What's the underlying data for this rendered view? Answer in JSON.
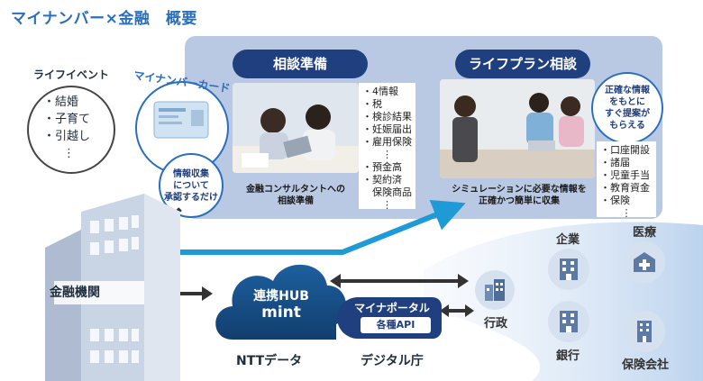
{
  "title": "マイナンバー×金融　概要",
  "life_events": {
    "heading": "ライフイベント",
    "items": [
      "結婚",
      "子育て",
      "引越し",
      "⋮"
    ]
  },
  "mynumber_card": {
    "label": "マイナンバーカード"
  },
  "consent_bubble": {
    "lines": [
      "情報収集",
      "について",
      "承認するだけ"
    ]
  },
  "consult_prep": {
    "header": "相談準備",
    "list1": [
      "・4情報",
      "・税",
      "・検診結果",
      "・妊娠届出",
      "・雇用保険",
      "⋮"
    ],
    "list2": [
      "・預金高",
      "・契約済",
      "　保険商品",
      "⋮"
    ],
    "caption": [
      "金融コンサルタントへの",
      "相談準備"
    ]
  },
  "lifeplan": {
    "header": "ライフプラン相談",
    "bubble": [
      "正確な情報",
      "をもとに",
      "すぐ提案が",
      "もらえる"
    ],
    "list": [
      "・口座開設",
      "・諸届",
      "・児童手当",
      "・教育資金",
      "・保険",
      "⋮"
    ],
    "caption": [
      "シミュレーションに必要な情報を",
      "正確かつ簡単に収集"
    ]
  },
  "left_entity": {
    "label": "金融機関"
  },
  "hub": {
    "line1": "連携HUB",
    "line2": "mint",
    "provider": "NTTデータ"
  },
  "portal": {
    "label": "マイナポータル",
    "api": "各種API",
    "provider": "デジタル庁"
  },
  "gov": {
    "label": "行政"
  },
  "entities": [
    {
      "label": "企業"
    },
    {
      "label": "医療"
    },
    {
      "label": "銀行"
    },
    {
      "label": "保険会社"
    }
  ],
  "colors": {
    "accent": "#2a6fbd",
    "navy": "#1f3f7f",
    "panel": "#b9c9e4",
    "arrow_blue": "#1e9ad6"
  }
}
